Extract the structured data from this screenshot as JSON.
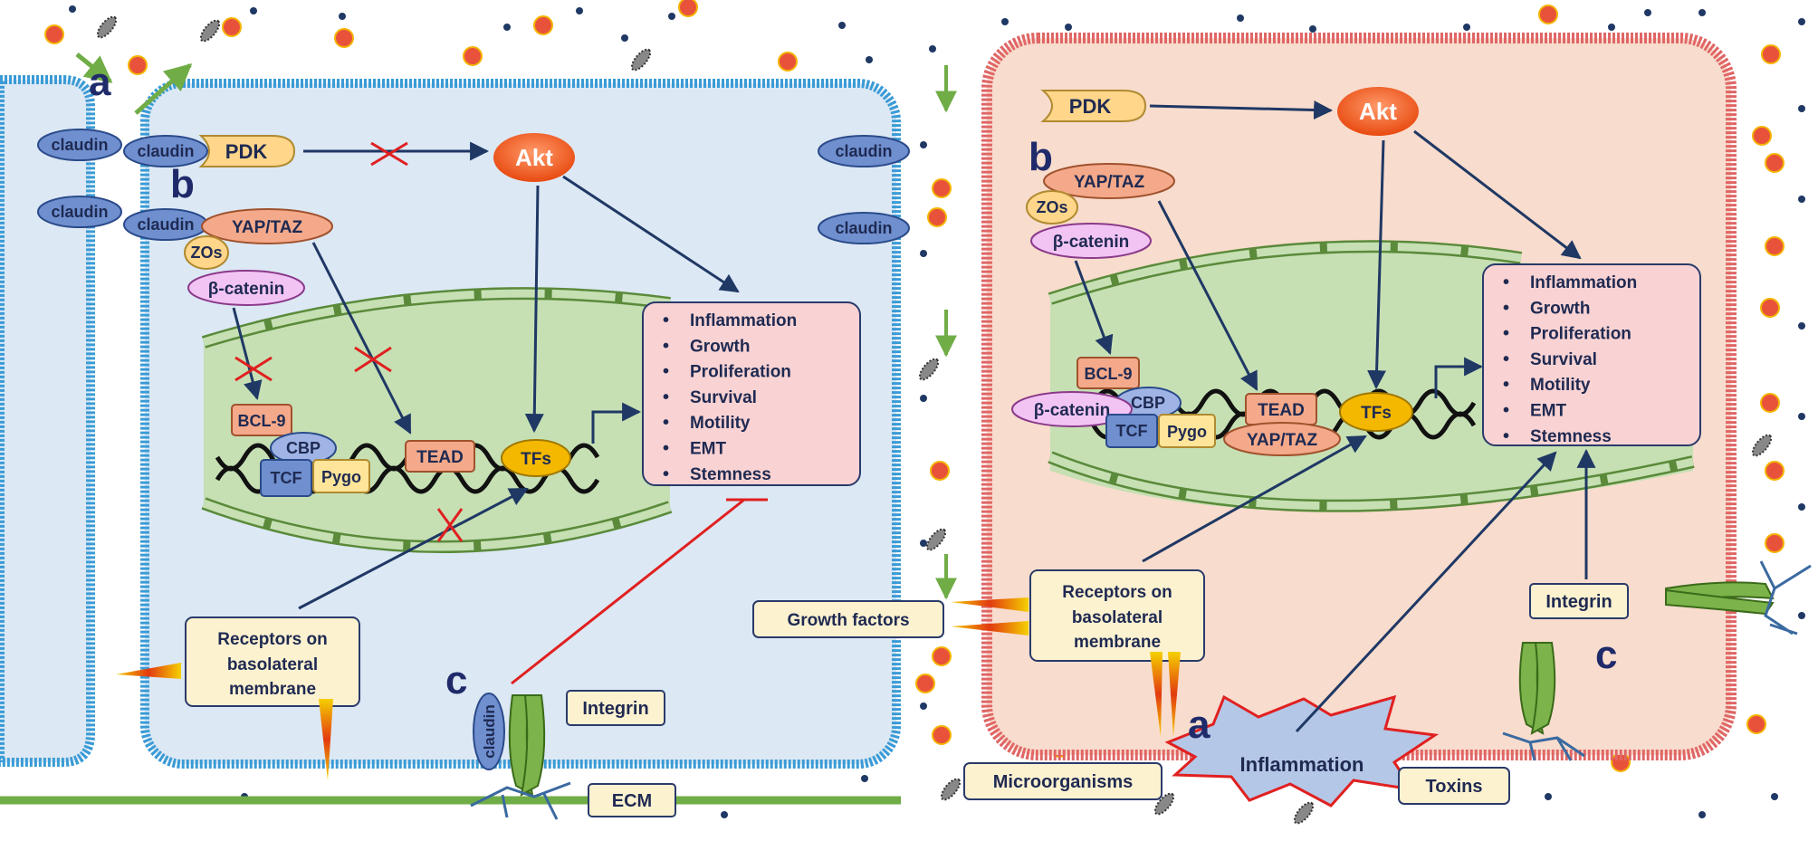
{
  "left_panel": {
    "labels": {
      "a": "a",
      "b": "b",
      "c": "c",
      "claudin": "claudin",
      "pdk": "PDK",
      "akt": "Akt",
      "yap_taz": "YAP/TAZ",
      "zos": "ZOs",
      "beta_catenin": "β-catenin",
      "bcl9": "BCL-9",
      "cbp": "CBP",
      "tcf": "TCF",
      "pygo": "Pygo",
      "tead": "TEAD",
      "tfs": "TFs",
      "receptors": [
        "Receptors on",
        "basolateral",
        "membrane"
      ],
      "integrin": "Integrin",
      "ecm": "ECM"
    },
    "outcomes": [
      "Inflammation",
      "Growth",
      "Proliferation",
      "Survival",
      "Motility",
      "EMT",
      "Stemness"
    ]
  },
  "right_panel": {
    "labels": {
      "a": "a",
      "b": "b",
      "c": "c",
      "pdk": "PDK",
      "akt": "Akt",
      "yap_taz": "YAP/TAZ",
      "zos": "ZOs",
      "beta_catenin": "β-catenin",
      "bcl9": "BCL-9",
      "cbp": "CBP",
      "tcf": "TCF",
      "pygo": "Pygo",
      "tead": "TEAD",
      "tfs": "TFs",
      "receptors": [
        "Receptors on",
        "basolateral",
        "membrane"
      ],
      "growth_factors": "Growth factors",
      "integrin": "Integrin",
      "inflammation": "Inflammation",
      "microorganisms": "Microorganisms",
      "toxins": "Toxins"
    },
    "outcomes": [
      "Inflammation",
      "Growth",
      "Proliferation",
      "Survival",
      "Motility",
      "EMT",
      "Stemness"
    ]
  },
  "colors": {
    "left_cell": "#dce8f4",
    "left_membrane": "#3a9bd6",
    "right_cell": "#f8dccd",
    "right_membrane": "#e06666",
    "nucleus": "#c6e0b4",
    "nucleus_edge": "#5a8a3a",
    "outcome_box": "#f9d3d3",
    "arrow": "#1f3864",
    "inhibit": "#e02020",
    "green_arrow": "#70ad47"
  }
}
